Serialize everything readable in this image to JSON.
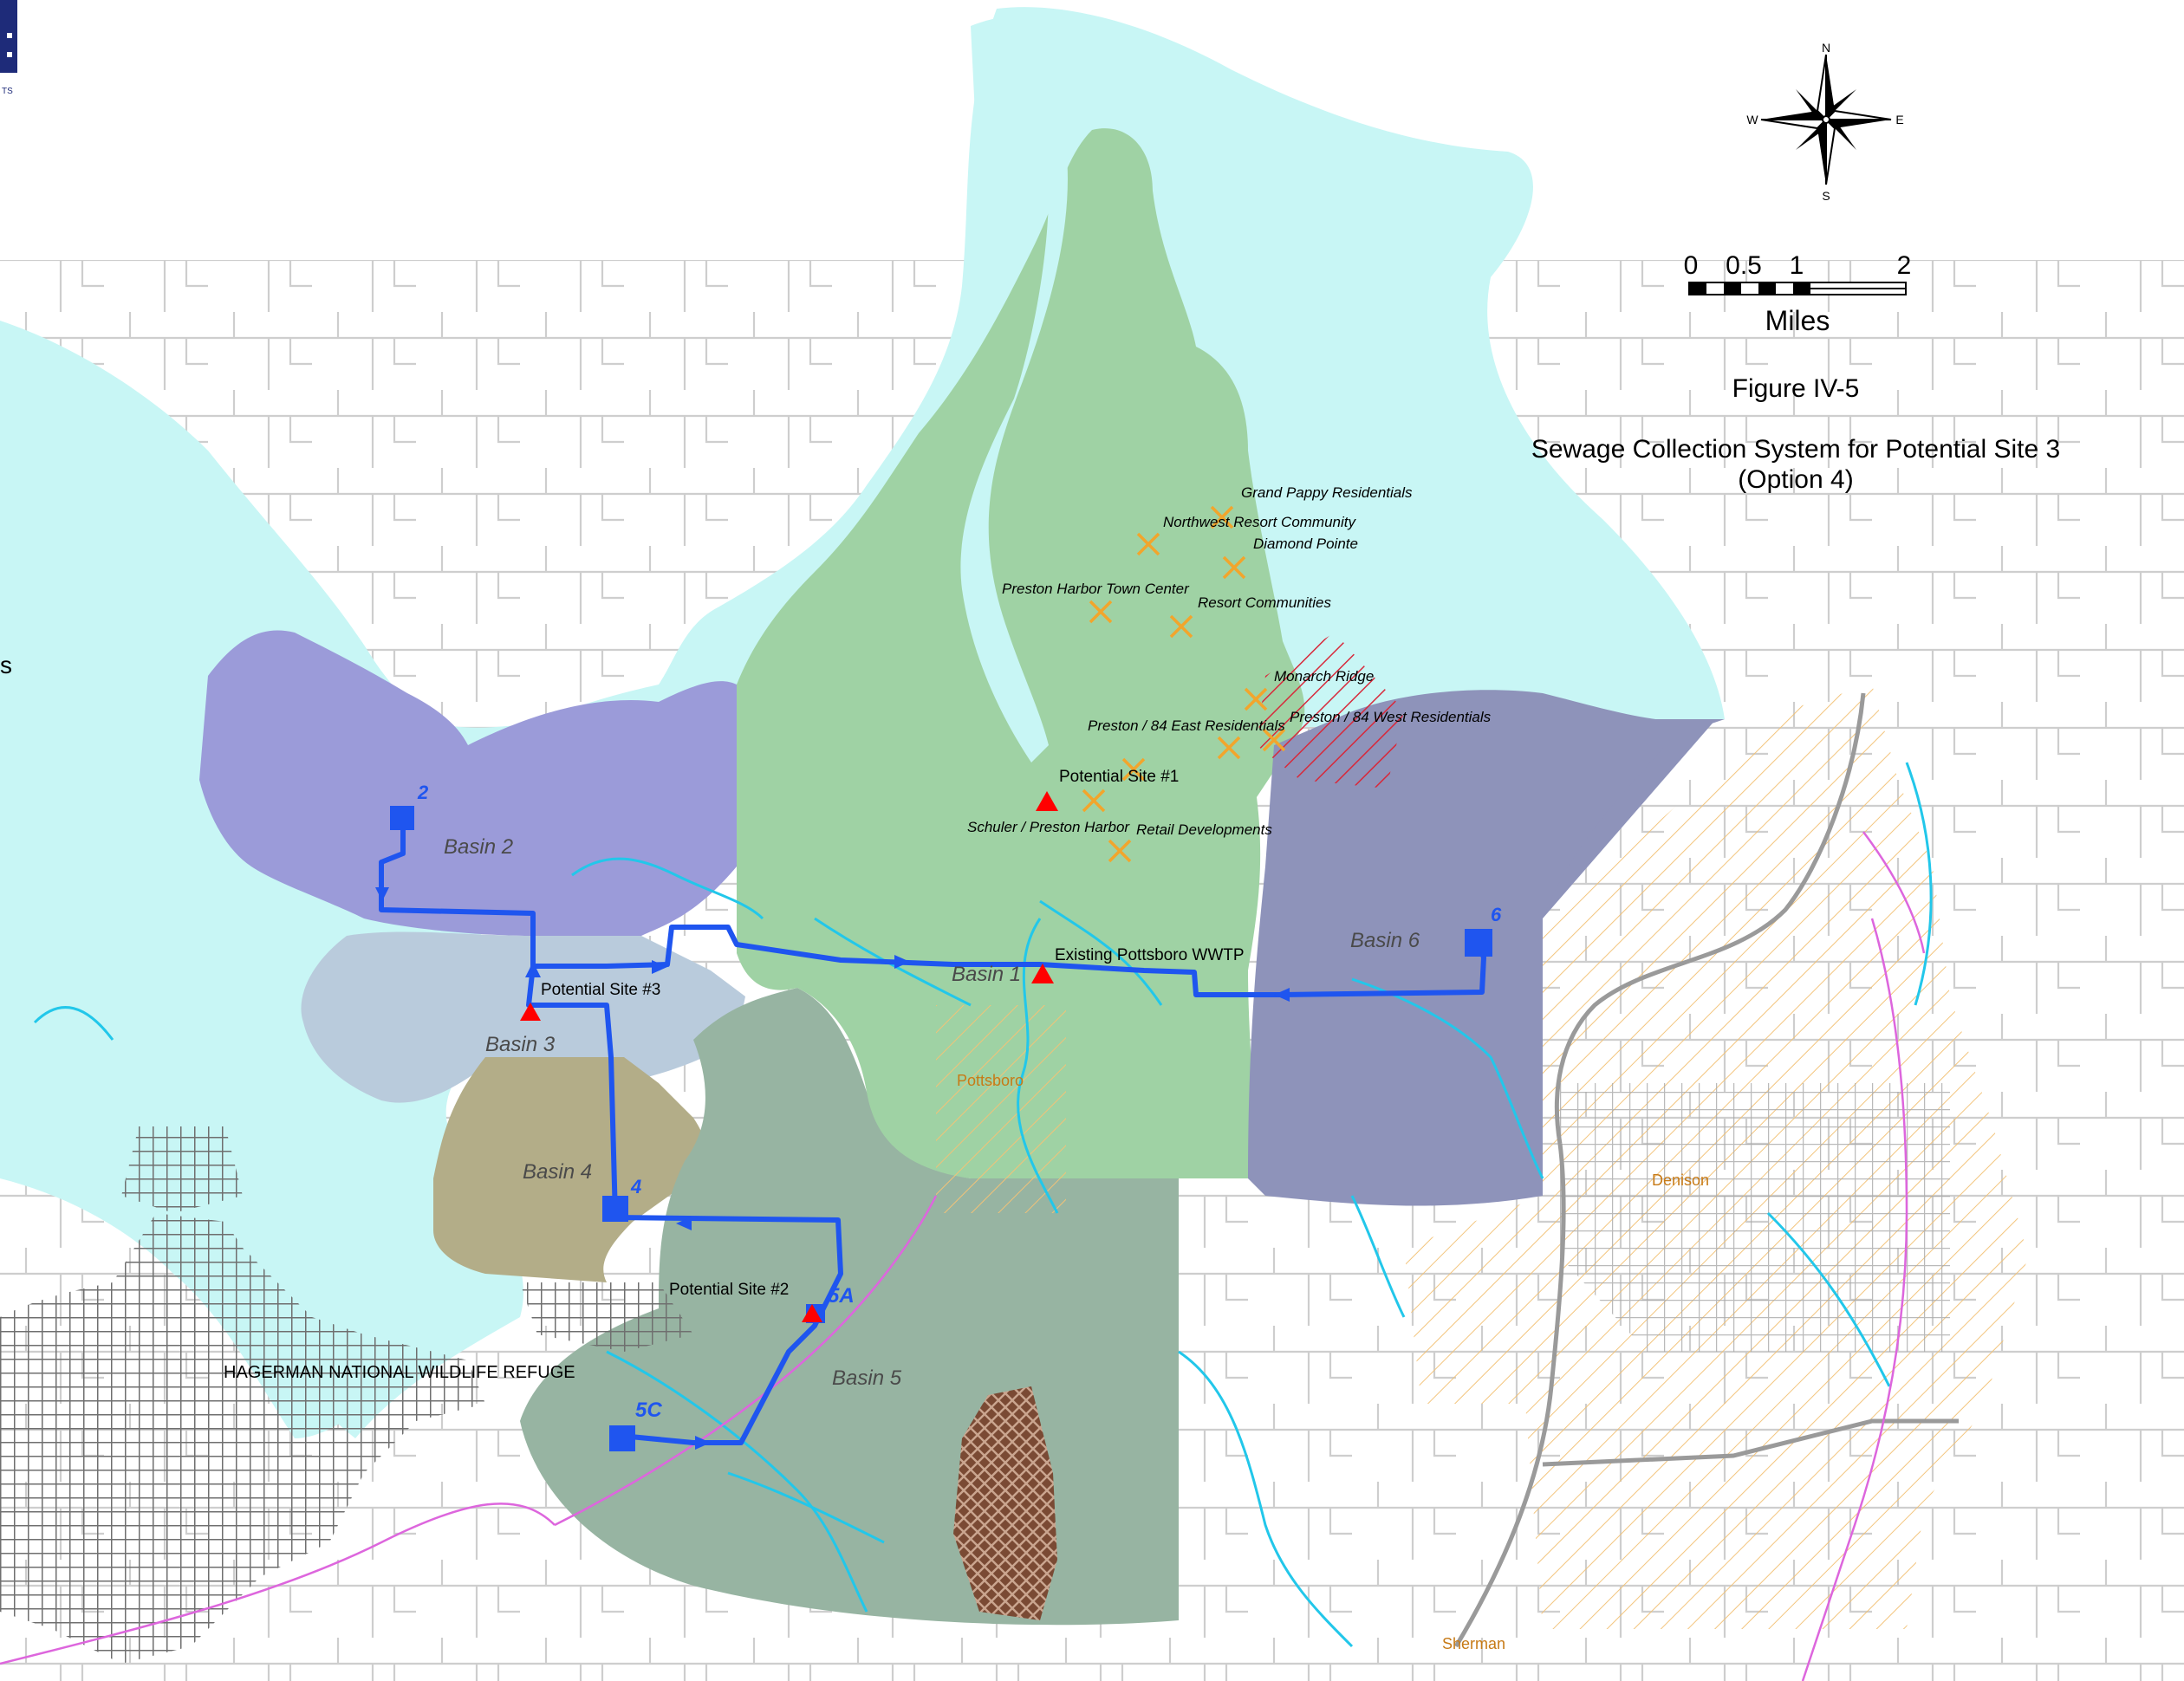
{
  "title": {
    "figure": "Figure IV-5",
    "line1": "Sewage Collection System for Potential Site 3",
    "line2": "(Option 4)"
  },
  "compass": {
    "n": "N",
    "s": "S",
    "e": "E",
    "w": "W"
  },
  "scale": {
    "t0": "0",
    "t05": "0.5",
    "t1": "1",
    "t2": "2",
    "unit": "Miles"
  },
  "corner": {
    "s_letter": "s",
    "logo_text": "TS"
  },
  "colors": {
    "water": "#c8f6f5",
    "basin1": "#9fd2a4",
    "basin2": "#9b9bd9",
    "basin3": "#b9cbdc",
    "basin4": "#b3ad88",
    "basin5": "#97b4a2",
    "basin6": "#8e93ba",
    "pipe": "#1f55ef",
    "site": "#ff0000",
    "devX": "#f2a52c"
  },
  "basins": {
    "b1": "Basin 1",
    "b2": "Basin 2",
    "b3": "Basin 3",
    "b4": "Basin 4",
    "b5": "Basin 5",
    "b6": "Basin 6"
  },
  "stations": {
    "s2": "2",
    "s4": "4",
    "s5a": "5A",
    "s5c": "5C",
    "s6": "6"
  },
  "sites": {
    "site1": "Potential Site #1",
    "site2": "Potential Site #2",
    "site3": "Potential Site #3",
    "wwtp": "Existing Pottsboro WWTP"
  },
  "places": {
    "pottsboro": "Pottsboro",
    "denison": "Denison",
    "sherman": "Sherman",
    "refuge": "HAGERMAN NATIONAL WILDLIFE REFUGE"
  },
  "developments": {
    "d1": "Grand Pappy Residentials",
    "d2": "Northwest Resort Community",
    "d3": "Diamond Pointe",
    "d4": "Preston Harbor Town Center",
    "d5": "Resort Communities",
    "d6": "Monarch Ridge",
    "d7": "Preston / 84 East Residentials",
    "d8": "Preston / 84 West Residentials",
    "d9": "Schuler / Preston Harbor",
    "d10": "Retail Developments"
  }
}
